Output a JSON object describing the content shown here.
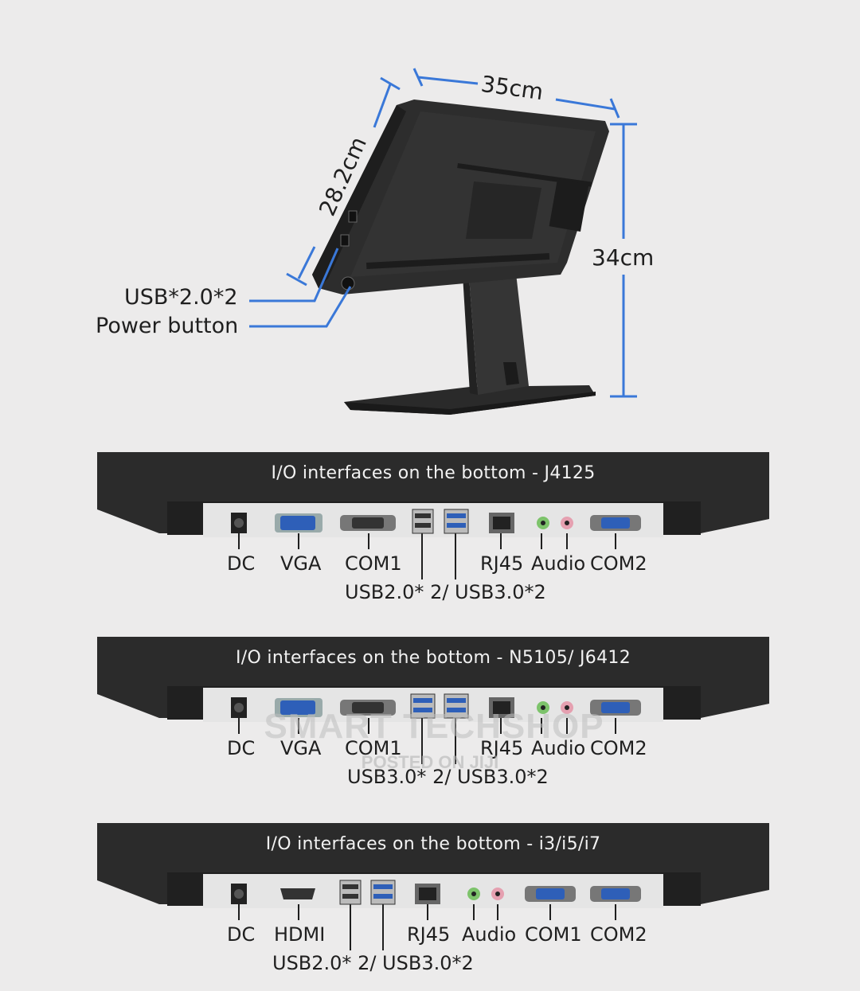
{
  "colors": {
    "dimension_line": "#3a78d8",
    "device_dark": "#2b2b2b",
    "panel_light": "#e5e5e5",
    "background": "#ecebeb"
  },
  "top": {
    "width_label": "35cm",
    "depth_label": "28.2cm",
    "height_label": "34cm",
    "usb_callout": "USB*2.0*2",
    "power_callout": "Power button"
  },
  "panels": [
    {
      "title": "I/O interfaces on the bottom - J4125",
      "labels": [
        "DC",
        "VGA",
        "COM1",
        "RJ45",
        "Audio",
        "COM2"
      ],
      "usb_label": "USB2.0* 2/ USB3.0*2"
    },
    {
      "title": "I/O interfaces on the bottom - N5105/ J6412",
      "labels": [
        "DC",
        "VGA",
        "COM1",
        "RJ45",
        "Audio",
        "COM2"
      ],
      "usb_label": "USB3.0* 2/ USB3.0*2"
    },
    {
      "title": "I/O interfaces on the bottom - i3/i5/i7",
      "labels": [
        "DC",
        "HDMI",
        "RJ45",
        "Audio",
        "COM1",
        "COM2"
      ],
      "usb_label": "USB2.0* 2/ USB3.0*2"
    }
  ],
  "watermark": {
    "main": "SMART TECHSHOP",
    "sub": "POSTED ON JIJI"
  }
}
